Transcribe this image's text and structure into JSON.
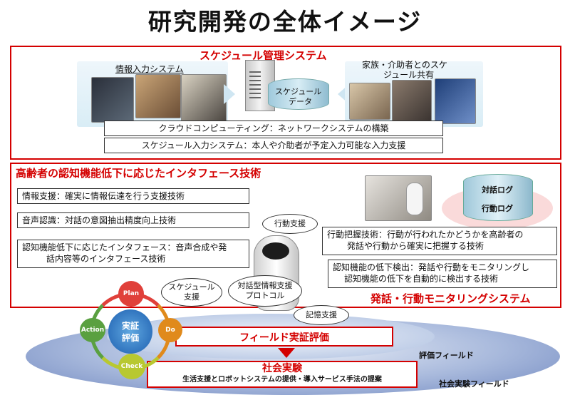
{
  "title": "研究開発の全体イメージ",
  "schedule_system": {
    "heading": "スケジュール管理システム",
    "input_system_label": "情報入力システム",
    "data_label_line1": "スケジュール",
    "data_label_line2": "データ",
    "sharing_label_line1": "家族・介助者とのスケ",
    "sharing_label_line2": "ジュール共有",
    "cloud_box": "クラウドコンピューティング：ネットワークシステムの構築",
    "input_box": "スケジュール入力システム：本人や介助者が予定入力可能な入力支援"
  },
  "interface": {
    "heading": "高齢者の認知機能低下に応じたインタフェース技術",
    "items": [
      "情報支援：確実に情報伝達を行う支援技術",
      "音声認識：対話の意図抽出精度向上技術",
      "認知機能低下に応じたインタフェース：音声合成や発",
      "話内容等のインタフェース技術"
    ]
  },
  "monitoring": {
    "log1": "対話ログ",
    "log2": "行動ログ",
    "box1_line1": "行動把握技術：行動が行われたかどうかを高齢者の",
    "box1_line2": "発話や行動から確実に把握する技術",
    "box2_line1": "認知機能の低下検出：発話や行動をモニタリングし",
    "box2_line2": "認知機能の低下を自動的に検出する技術",
    "heading": "発話・行動モニタリングシステム"
  },
  "bubbles": {
    "action_support": "行動支援",
    "schedule_support_line1": "スケジュール",
    "schedule_support_line2": "支援",
    "protocol_line1": "対話型情報支援",
    "protocol_line2": "プロトコル",
    "memory_support": "記憶支援"
  },
  "pdca": {
    "plan": "Plan",
    "do": "Do",
    "check": "Check",
    "action": "Action",
    "center_line1": "実証",
    "center_line2": "評価"
  },
  "field": {
    "eval_box": "フィールド実証評価",
    "eval_field": "評価フィールド",
    "social_title": "社会実験",
    "social_desc": "生活支援とロボットシステムの提供・導入サービス手法の提案",
    "social_field": "社会実験フィールド"
  },
  "colors": {
    "accent_red": "#d40000",
    "pdca_plan": "#e0403a",
    "pdca_do": "#e08a1c",
    "pdca_check": "#b8c830",
    "pdca_action": "#5aa040",
    "field_blue": "#2a56a8"
  }
}
